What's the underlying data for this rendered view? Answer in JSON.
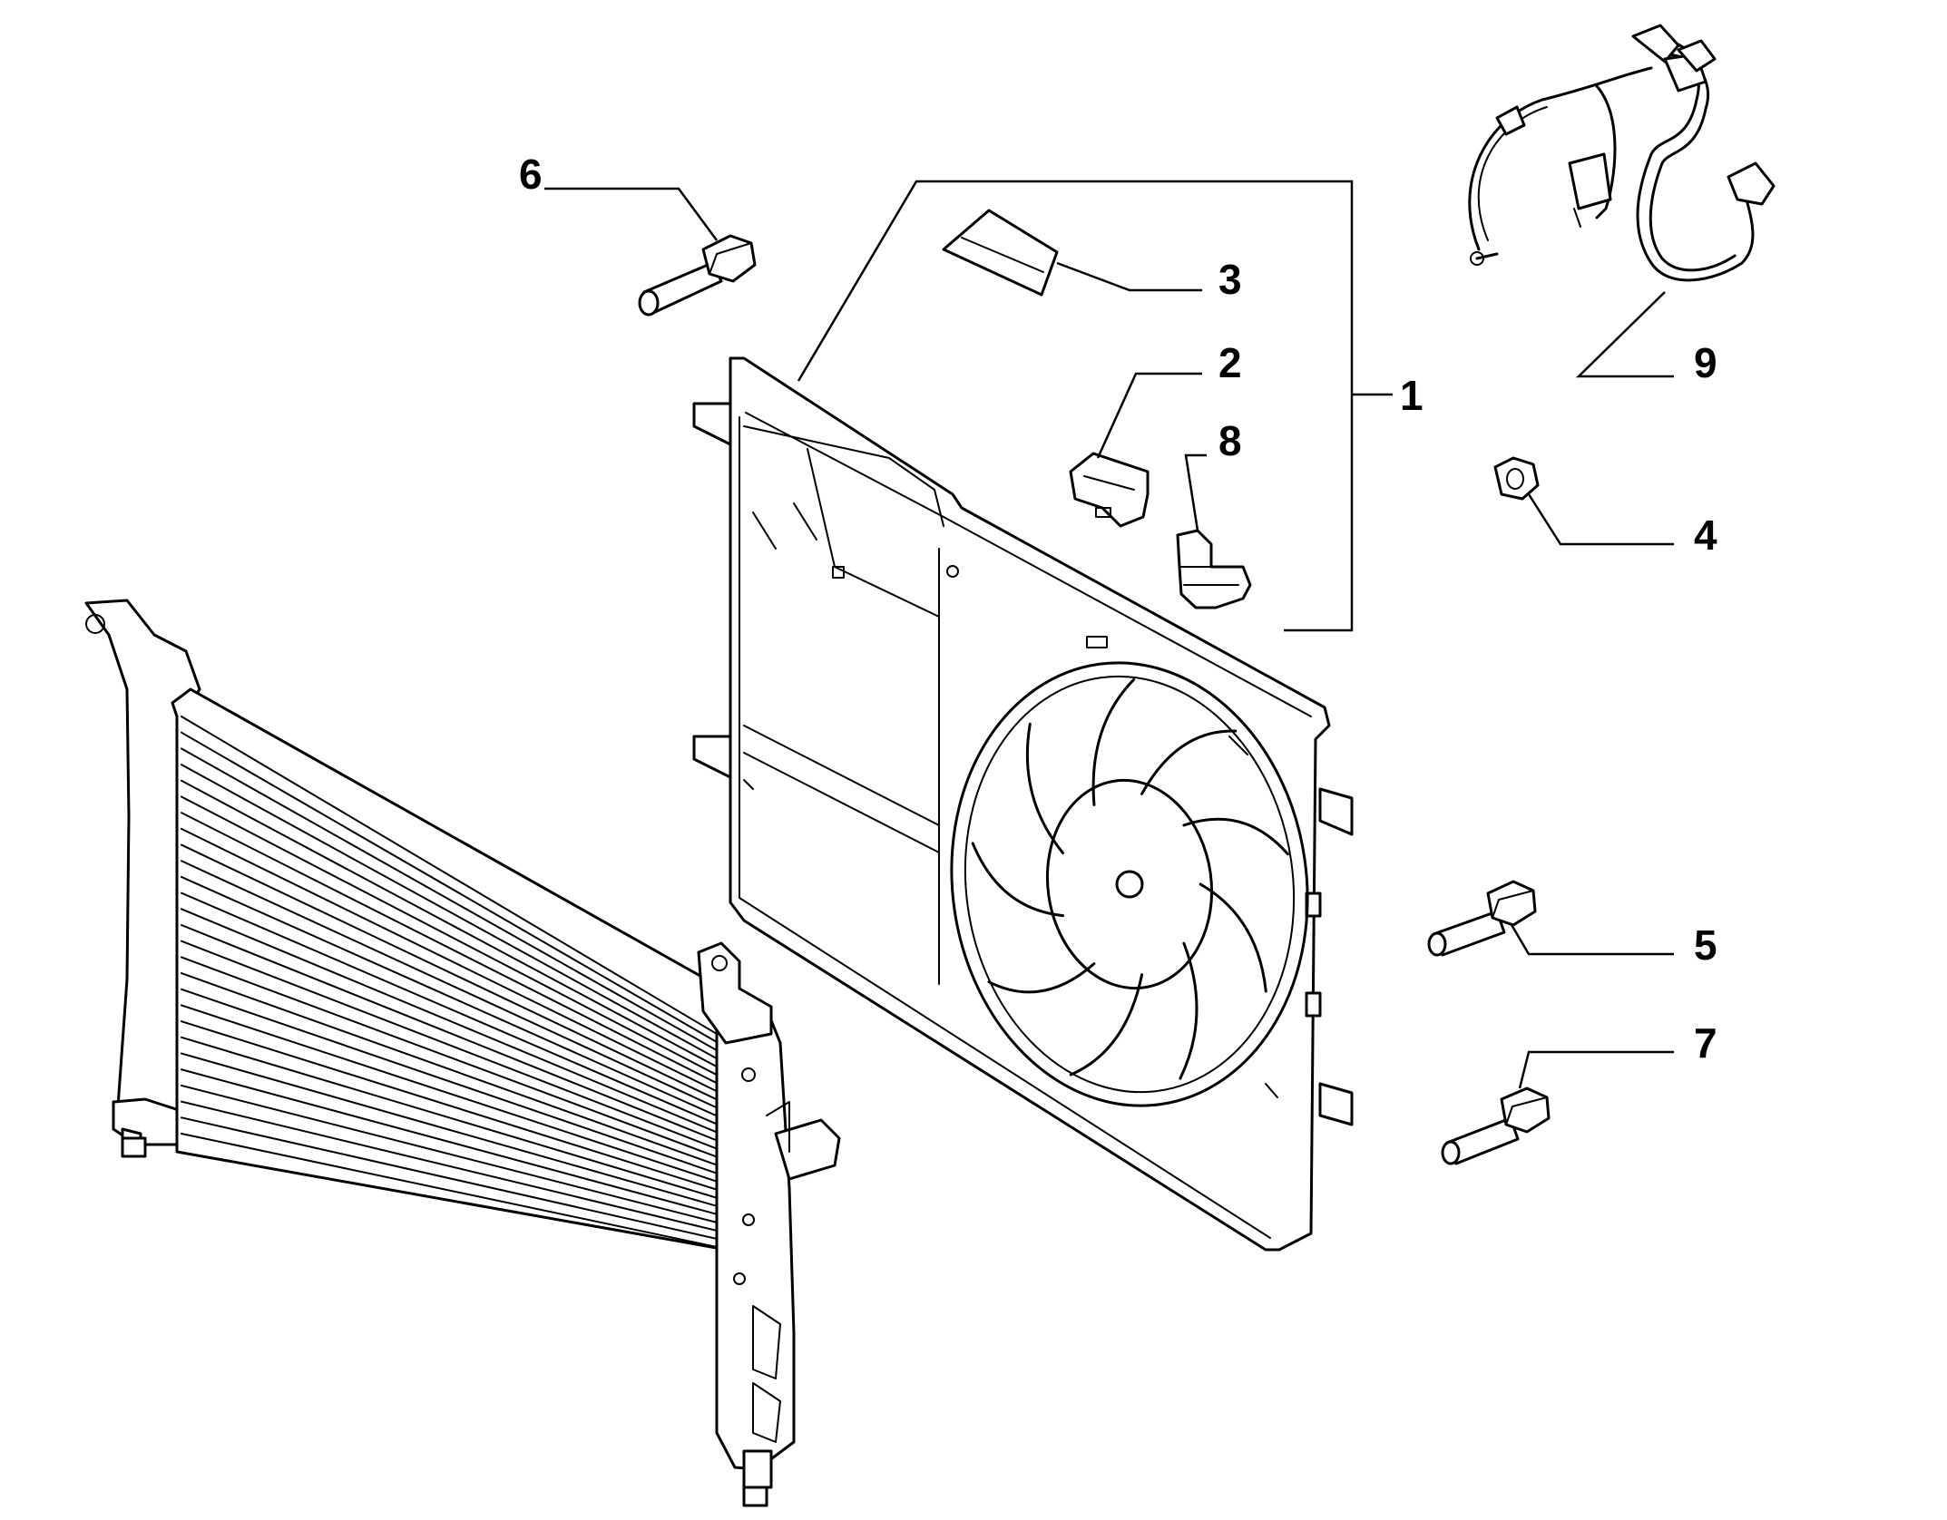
{
  "callouts": [
    {
      "id": "1",
      "label": "1",
      "part": "fan-shroud-assembly"
    },
    {
      "id": "2",
      "label": "2",
      "part": "mounting-bracket"
    },
    {
      "id": "3",
      "label": "3",
      "part": "clip"
    },
    {
      "id": "4",
      "label": "4",
      "part": "nut"
    },
    {
      "id": "5",
      "label": "5",
      "part": "bolt"
    },
    {
      "id": "6",
      "label": "6",
      "part": "bolt"
    },
    {
      "id": "7",
      "label": "7",
      "part": "bolt"
    },
    {
      "id": "8",
      "label": "8",
      "part": "cable-clip"
    },
    {
      "id": "9",
      "label": "9",
      "part": "wiring-harness"
    }
  ]
}
